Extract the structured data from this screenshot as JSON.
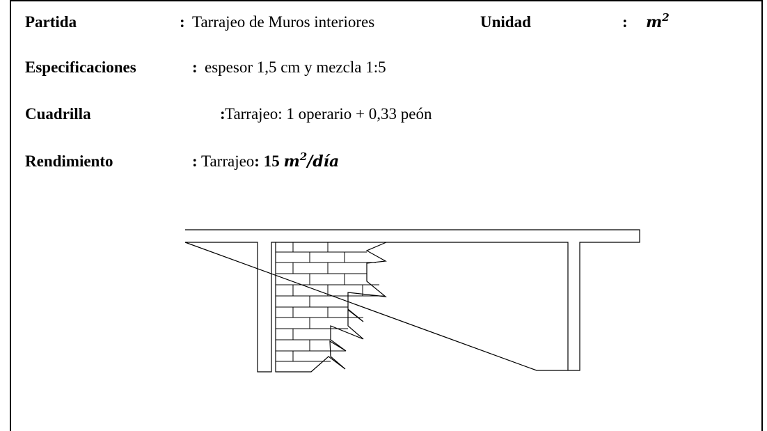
{
  "partida": {
    "label": "Partida",
    "colon": ":",
    "value": "Tarrajeo de Muros  interiores",
    "unit_label": "Unidad",
    "unit_colon": ":",
    "unit_base": "m",
    "unit_exp": "2"
  },
  "especificaciones": {
    "label": "Especificaciones",
    "colon": ":",
    "value": "espesor 1,5 cm y mezcla 1:5"
  },
  "cuadrilla": {
    "label": "Cuadrilla",
    "colon": ":",
    "value": "Tarrajeo: 1 operario + 0,33 peón"
  },
  "rendimiento": {
    "label": "Rendimiento",
    "colon": ":",
    "prefix": "Tarrajeo",
    "colon2": ":",
    "amount": "15",
    "unit_base": "m",
    "unit_exp": "2",
    "unit_per": "/día"
  },
  "diagram": {
    "subject": "wall-section-with-partial-brick-plaster"
  }
}
